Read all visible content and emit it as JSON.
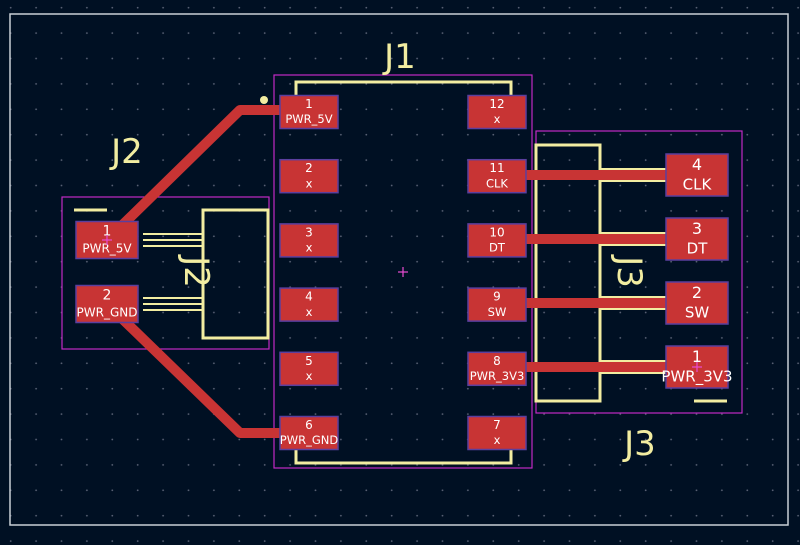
{
  "colors": {
    "background": "#001023",
    "grid_dot": "#5a6275",
    "board_edge": "#c9cfd6",
    "courtyard": "#c22ac4",
    "silkscreen": "#f2eda1",
    "copper": "#c83434",
    "pad_outline": "#5b3f9e",
    "pad_text": "#ffffff",
    "anchor": "#e84cd2"
  },
  "components": {
    "J1": {
      "reference": "J1"
    },
    "J2": {
      "reference": "J2",
      "silk_reference": "J2"
    },
    "J3": {
      "reference": "J3",
      "silk_reference": "J3"
    }
  },
  "j1_pads_left": [
    {
      "number": "1",
      "net": "PWR_5V"
    },
    {
      "number": "2",
      "net": "x"
    },
    {
      "number": "3",
      "net": "x"
    },
    {
      "number": "4",
      "net": "x"
    },
    {
      "number": "5",
      "net": "x"
    },
    {
      "number": "6",
      "net": "PWR_GND"
    }
  ],
  "j1_pads_right": [
    {
      "number": "12",
      "net": "x"
    },
    {
      "number": "11",
      "net": "CLK"
    },
    {
      "number": "10",
      "net": "DT"
    },
    {
      "number": "9",
      "net": "SW"
    },
    {
      "number": "8",
      "net": "PWR_3V3"
    },
    {
      "number": "7",
      "net": "x"
    }
  ],
  "j2_pads": [
    {
      "number": "1",
      "net": "PWR_5V"
    },
    {
      "number": "2",
      "net": "PWR_GND"
    }
  ],
  "j3_pads": [
    {
      "number": "4",
      "net": "CLK"
    },
    {
      "number": "3",
      "net": "DT"
    },
    {
      "number": "2",
      "net": "SW"
    },
    {
      "number": "1",
      "net": "PWR_3V3"
    }
  ]
}
